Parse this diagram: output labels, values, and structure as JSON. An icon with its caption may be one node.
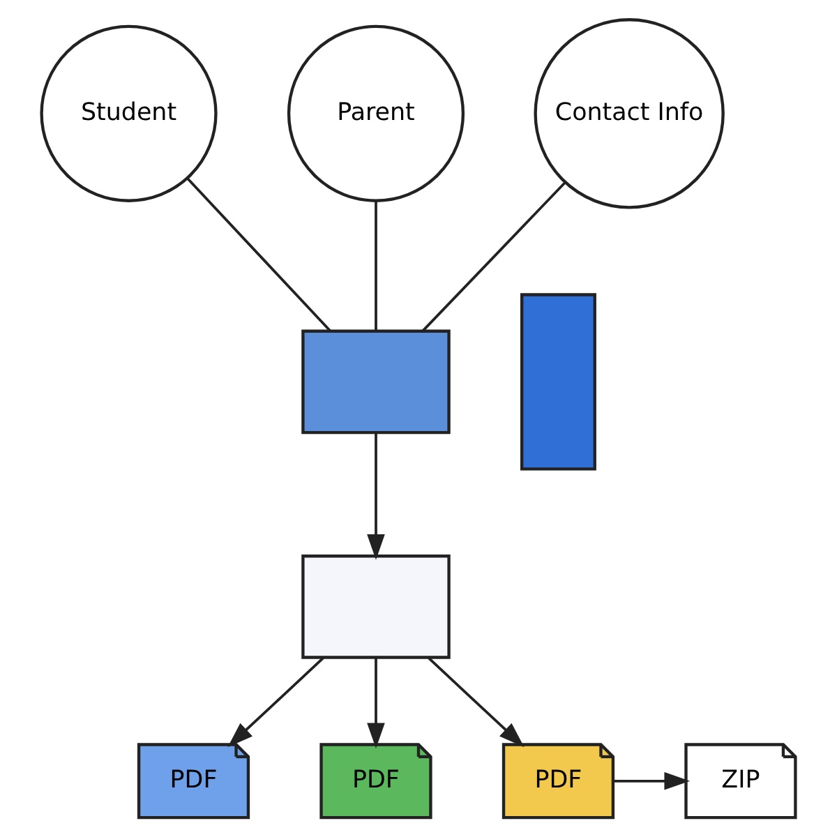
{
  "diagram": {
    "nodes": [
      {
        "text": [
          "Student"
        ]
      },
      {
        "text": [
          "Parent"
        ]
      },
      {
        "text": [
          "Contact Info"
        ]
      },
      {
        "text": [],
        "shape": "box"
      },
      {
        "text": [],
        "shape": "box"
      },
      {
        "text": [
          "PDF"
        ]
      },
      {
        "text": [
          "PDF"
        ]
      },
      {
        "text": [
          "PDF"
        ]
      },
      {
        "text": [
          "ZIP"
        ]
      },
      {
        "text": [],
        "shape": "person"
      }
    ],
    "edges": [
      {
        "from": 0,
        "to": 3,
        "arrow": "none"
      },
      {
        "from": 1,
        "to": 3,
        "arrow": "none"
      },
      {
        "from": 2,
        "to": 3,
        "arrow": "none"
      },
      {
        "from": 3,
        "to": 4,
        "arrow": "to"
      },
      {
        "from": 4,
        "to": 5,
        "arrow": "to"
      },
      {
        "from": 4,
        "to": 6,
        "arrow": "to"
      },
      {
        "from": 4,
        "to": 7,
        "arrow": "to"
      },
      {
        "from": 7,
        "to": 8,
        "arrow": "to"
      }
    ]
  }
}
